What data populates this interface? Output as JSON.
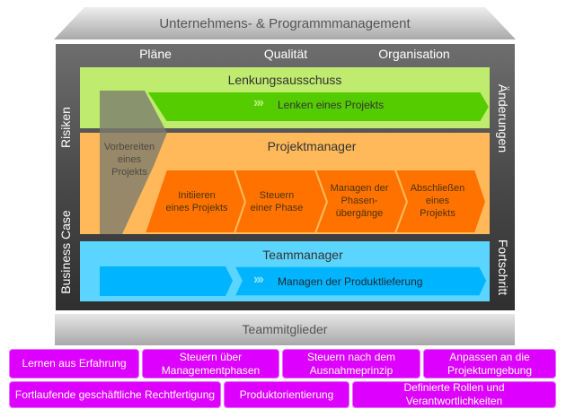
{
  "top_layer": {
    "label": "Unternehmens- & Programmmanagement"
  },
  "column_headers": [
    "Pläne",
    "Qualität",
    "Organisation"
  ],
  "side_labels": {
    "left": [
      "Risiken",
      "Business Case"
    ],
    "right": [
      "Änderungen",
      "Fortschritt"
    ]
  },
  "bands": {
    "steering": {
      "title": "Lenkungsausschuss",
      "process": "Lenken eines Projekts",
      "color": "#bfeb6e",
      "process_color": "#55cc00"
    },
    "project_manager": {
      "title": "Projektmanager",
      "color": "#ffb95a",
      "process_color": "#ff7200",
      "prepare": [
        "Vorbereiten",
        "eines",
        "Projekts"
      ],
      "processes": [
        [
          "Initiieren",
          "eines Projekts"
        ],
        [
          "Steuern",
          "einer Phase"
        ],
        [
          "Managen der",
          "Phasen-",
          "übergänge"
        ],
        [
          "Abschließen",
          "eines",
          "Projekts"
        ]
      ]
    },
    "team_manager": {
      "title": "Teammanager",
      "process": "Managen der Produktlieferung",
      "color": "#5bd5ff",
      "process_color": "#00b4ff"
    }
  },
  "team_members": {
    "label": "Teammitglieder"
  },
  "principles": {
    "row1": [
      "Lernen aus Erfahrung",
      "Steuern über Managementphasen",
      "Steuern nach dem Ausnahmeprinzip",
      "Anpassen an die Projektumgebung"
    ],
    "row2": [
      "Fortlaufende geschäftliche Rechtfertigung",
      "Produktorientierung",
      "Definierte Rollen und Verantwortlichkeiten"
    ],
    "color": "#dd00ff"
  },
  "chevron_glyph": "›››"
}
